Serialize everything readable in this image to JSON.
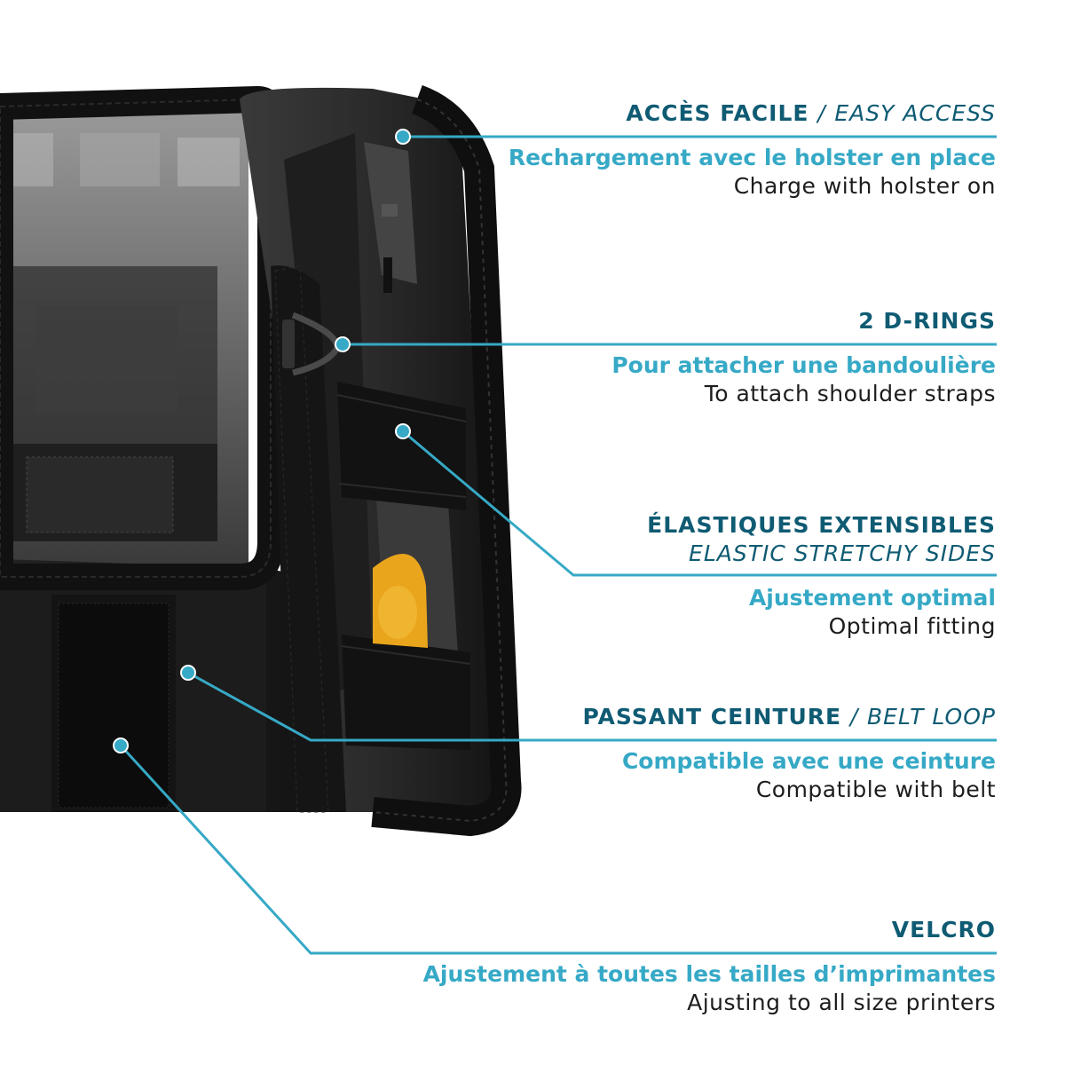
{
  "colors": {
    "accent": "#36a9c6",
    "title": "#0f5b73",
    "text": "#1d1d1d",
    "velcro_tab": "#e9a51c",
    "product_body": "#1a1a1a"
  },
  "features": [
    {
      "title_fr": "ACCÈS FACILE",
      "separator": "/",
      "title_en": "EASY ACCESS",
      "subtitle_fr": "Rechargement avec le holster en place",
      "subtitle_en": "Charge with holster on"
    },
    {
      "title_fr": "2 D-RINGS",
      "subtitle_fr": "Pour attacher une bandoulière",
      "subtitle_en": "To attach shoulder straps"
    },
    {
      "title_fr": "ÉLASTIQUES EXTENSIBLES",
      "title_en": "ELASTIC STRETCHY SIDES",
      "subtitle_fr": "Ajustement optimal",
      "subtitle_en": "Optimal fitting"
    },
    {
      "title_fr": "PASSANT CEINTURE",
      "separator": "/",
      "title_en": "BELT LOOP",
      "subtitle_fr": "Compatible avec une ceinture",
      "subtitle_en": "Compatible with belt"
    },
    {
      "title_fr": "VELCRO",
      "subtitle_fr": "Ajustement à toutes les tailles d’imprimantes",
      "subtitle_en": "Ajusting to all size printers"
    }
  ]
}
